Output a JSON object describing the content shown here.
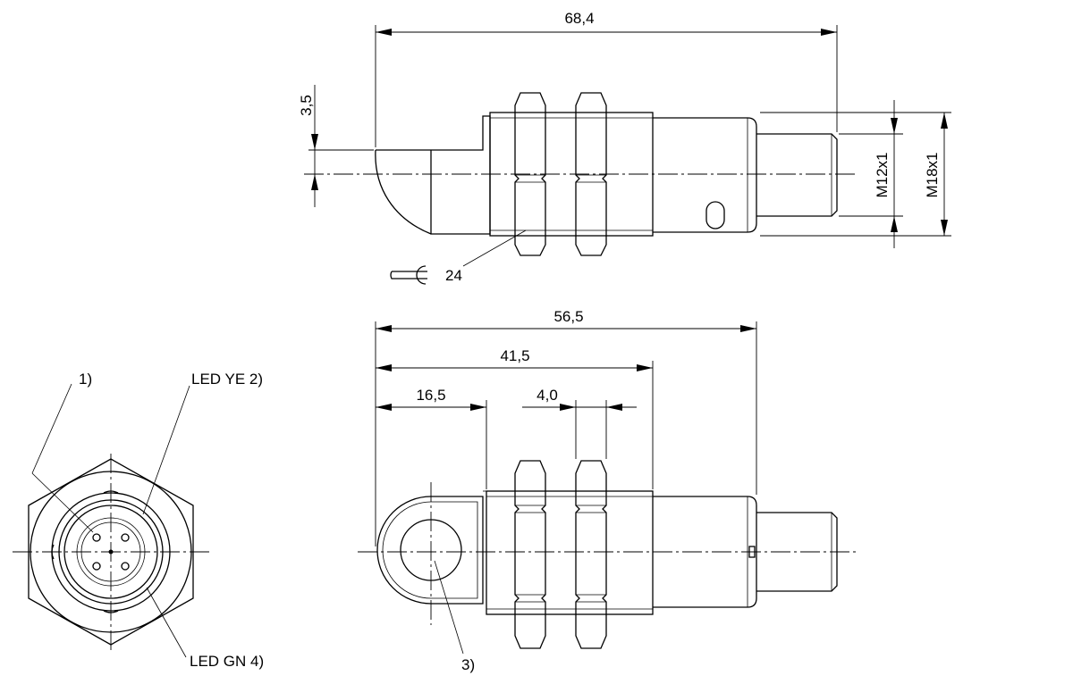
{
  "top_view": {
    "dim_length": "68,4",
    "dim_offset": "3,5",
    "dim_thread_small": "M12x1",
    "dim_thread_large": "M18x1",
    "wrench_size": "24"
  },
  "front_view": {
    "note_1": "1)",
    "led_ye": "LED YE 2)",
    "led_gn": "LED GN 4)"
  },
  "side_view": {
    "dim_total": "56,5",
    "dim_body": "41,5",
    "dim_head": "16,5",
    "dim_nut": "4,0",
    "note_3": "3)"
  }
}
